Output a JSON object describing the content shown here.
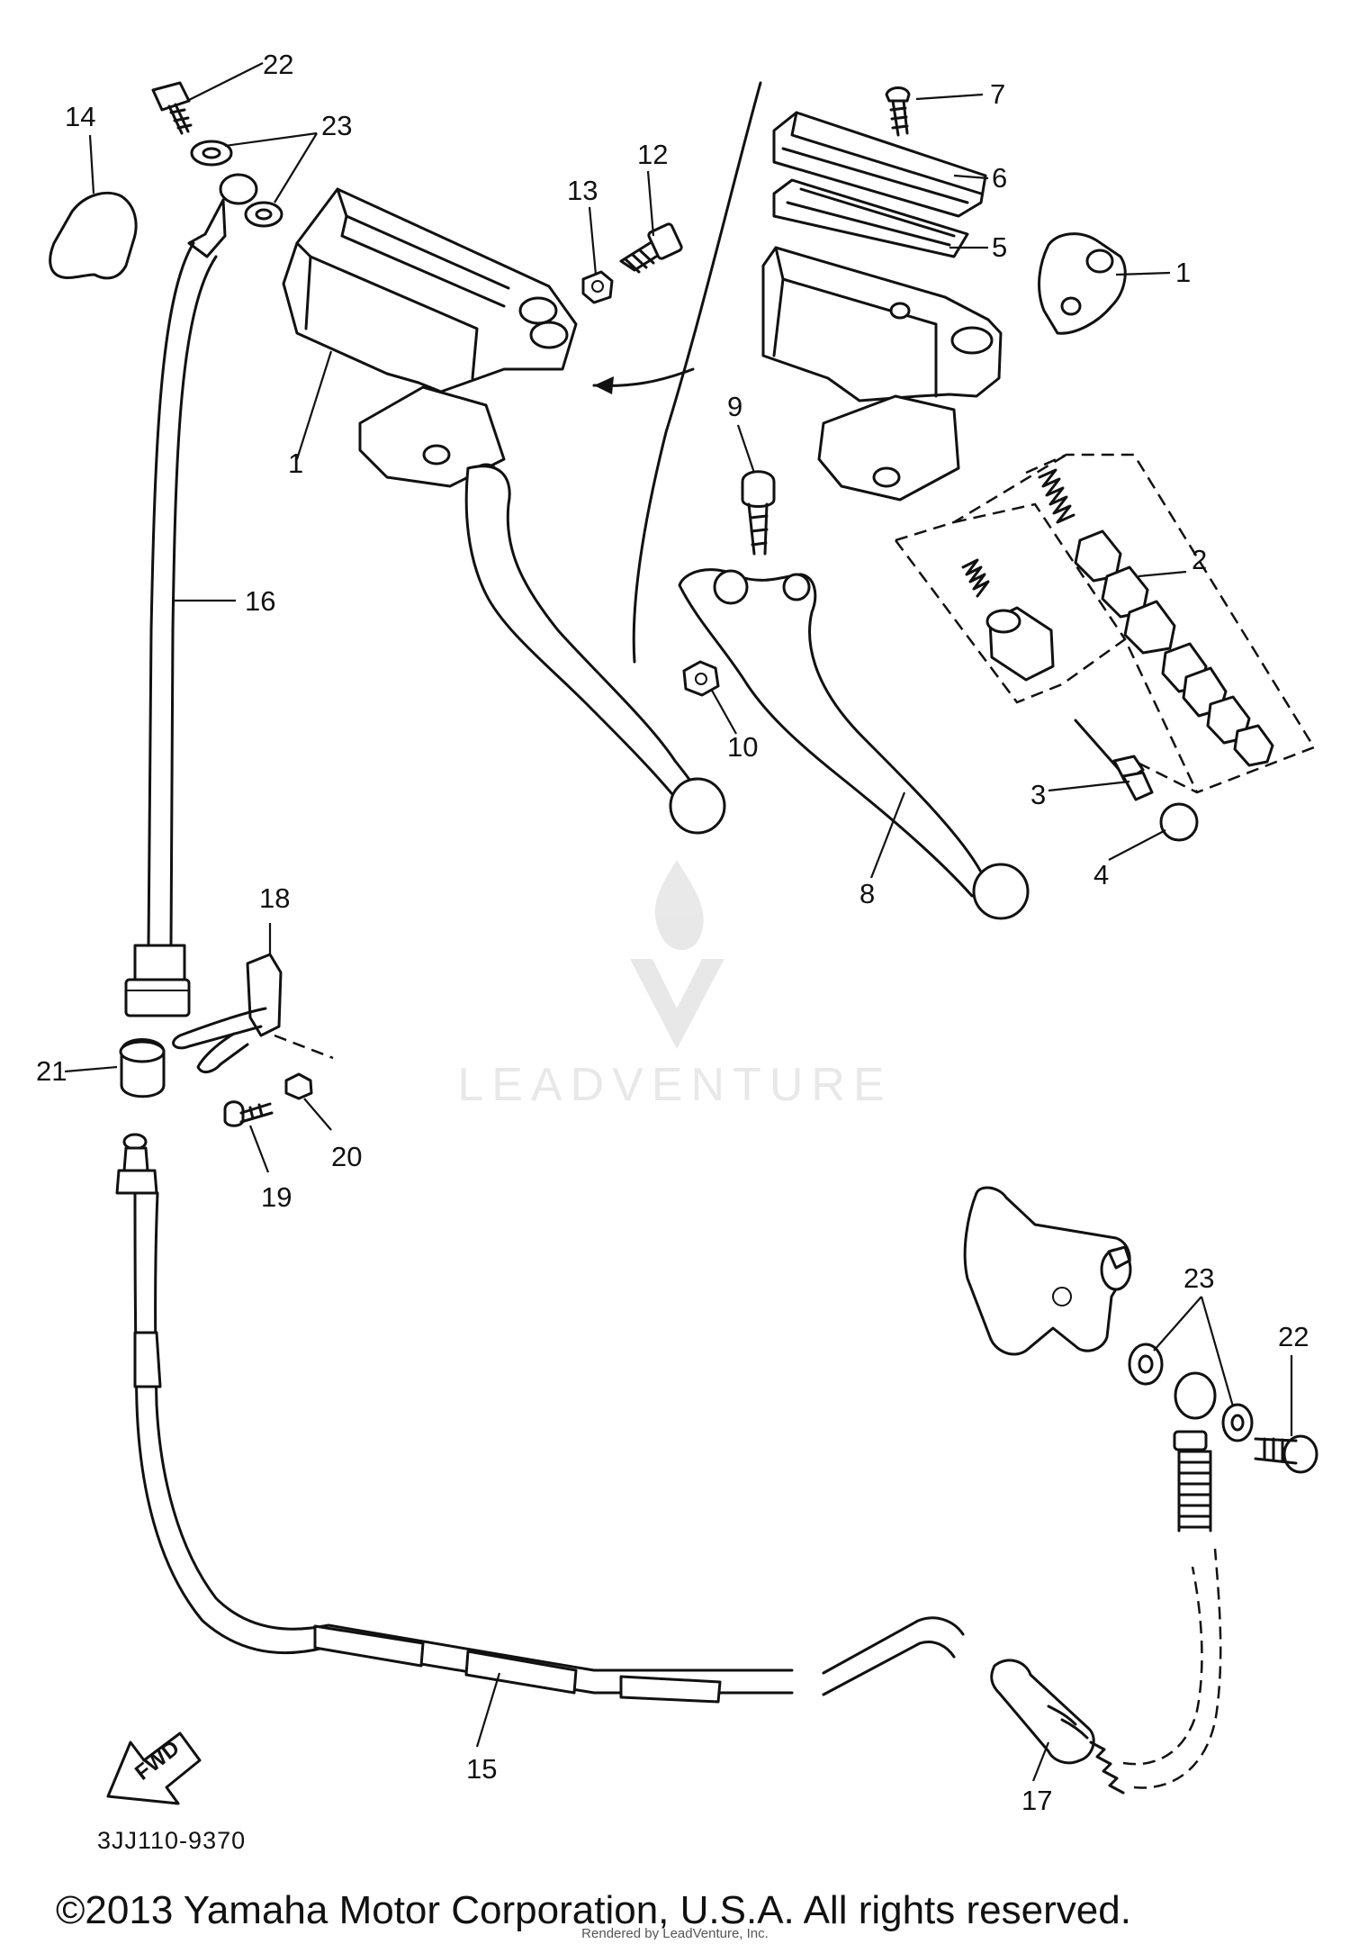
{
  "diagram": {
    "callouts": {
      "c1_top": "1",
      "c1_right": "1",
      "c2": "2",
      "c3": "3",
      "c4": "4",
      "c5": "5",
      "c6": "6",
      "c7": "7",
      "c8": "8",
      "c9": "9",
      "c10": "10",
      "c12": "12",
      "c13": "13",
      "c14": "14",
      "c15": "15",
      "c16": "16",
      "c17": "17",
      "c18": "18",
      "c19": "19",
      "c20": "20",
      "c21": "21",
      "c22_top": "22",
      "c23_top": "23",
      "c22_bottom": "22",
      "c23_bottom": "23"
    },
    "fwd_label": "FWD",
    "diagram_code": "3JJ110-9370",
    "watermark": "LEADVENTURE",
    "copyright": "©2013 Yamaha Motor Corporation, U.S.A. All rights reserved.",
    "rendered_by": "Rendered by LeadVenture, Inc."
  }
}
